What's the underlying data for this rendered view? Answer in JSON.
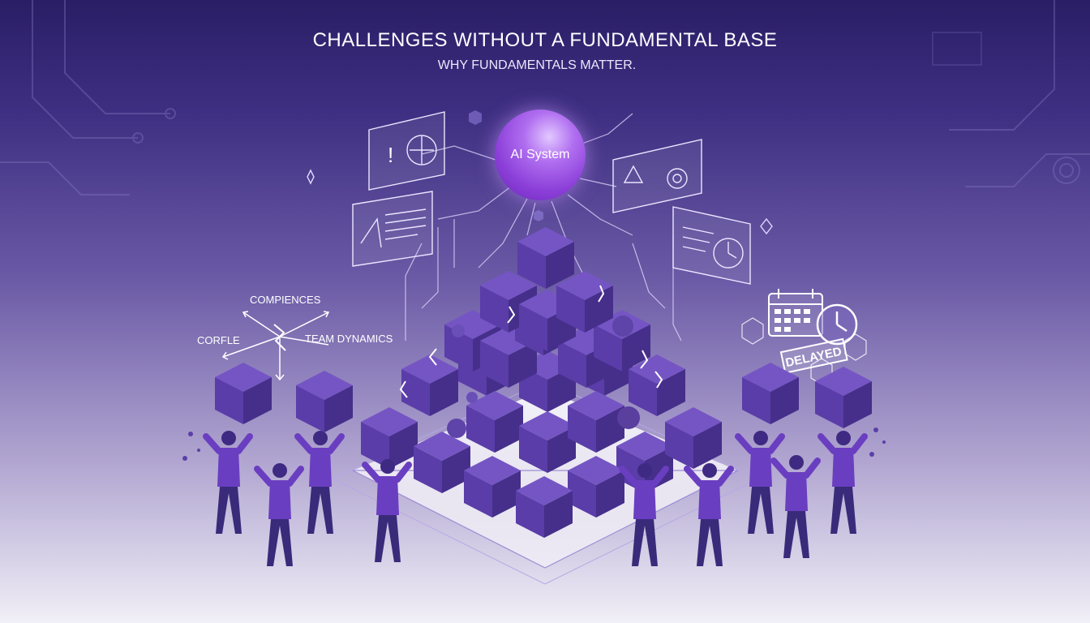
{
  "header": {
    "title": "CHALLENGES WITHOUT A FUNDAMENTAL BASE",
    "subtitle": "WHY FUNDAMENTALS MATTER."
  },
  "center": {
    "orb_label": "AI System"
  },
  "left_diagram": {
    "labels": [
      "COMPIENCES",
      "CORFLE",
      "TEAM DYNAMICS"
    ]
  },
  "right_status": {
    "stamp": "DELAYED"
  },
  "icons": {
    "dashboards": [
      "warning-dashboard-icon",
      "chart-panel-icon",
      "alert-gear-panel-icon",
      "clock-panel-icon"
    ],
    "calendar": "calendar-icon",
    "clock": "clock-icon"
  },
  "colors": {
    "background_top": "#2a1e66",
    "background_bottom": "#f1eff7",
    "cube_face": "#5b3fa3",
    "cube_top": "#6f52bd",
    "cube_side": "#43307f",
    "orb": "#9a4fe2",
    "people": "#4b2f95"
  }
}
